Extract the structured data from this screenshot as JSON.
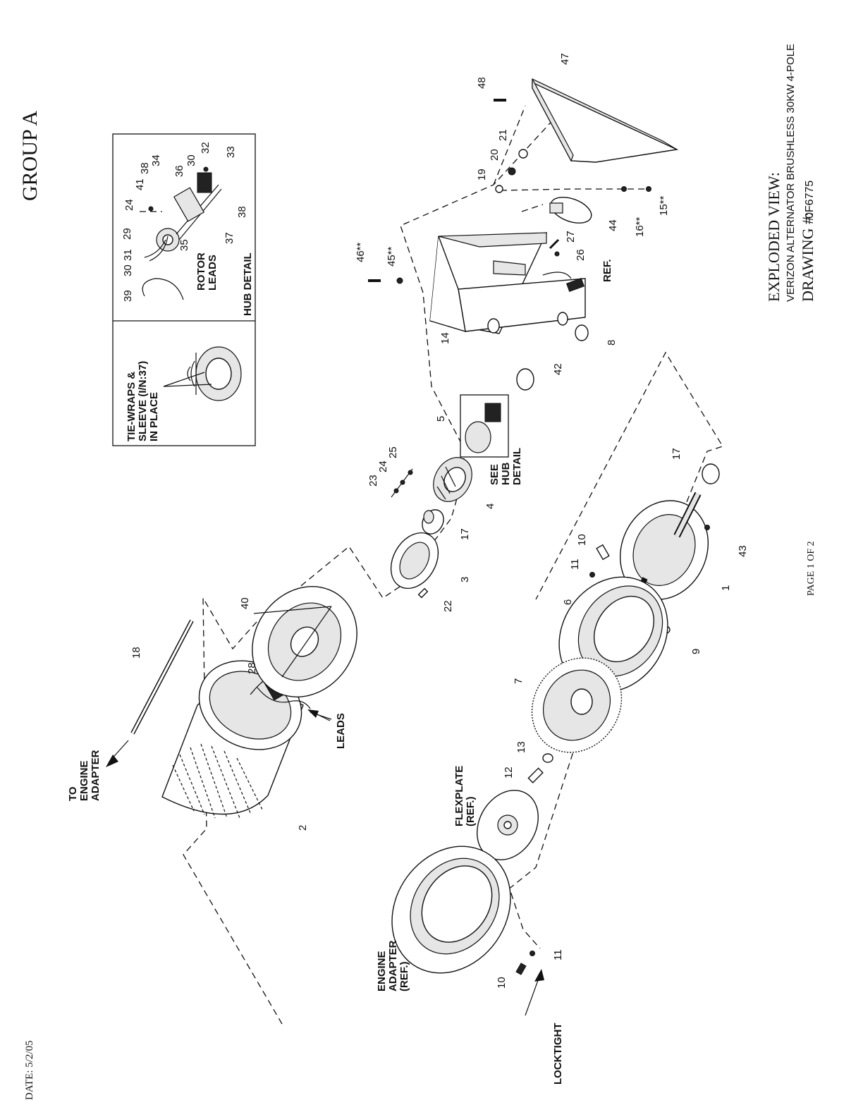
{
  "header": {
    "group": "GROUP A",
    "title_line1": "EXPLODED VIEW:",
    "title_line2": "VERIZON ALTERNATOR BRUSHLESS 30KW 4-POLE",
    "drawing_label": "DRAWING #:",
    "drawing_number": "0F6775"
  },
  "footer": {
    "page": "PAGE 1 OF 2",
    "date": "DATE:  5/2/05"
  },
  "detail_boxes": {
    "tie_wraps": [
      "TIE-WRAPS &",
      "SLEEVE (I/N:37)",
      "IN PLACE"
    ],
    "hub_detail_title": "HUB DETAIL",
    "rotor_leads": [
      "ROTOR",
      "LEADS"
    ]
  },
  "labels": {
    "to_engine_adapter": [
      "TO",
      "ENGINE",
      "ADAPTER"
    ],
    "leads": "LEADS",
    "flexplate": [
      "FLEXPLATE",
      "(REF.)"
    ],
    "engine_adapter": [
      "ENGINE",
      "ADAPTER",
      "(REF.)"
    ],
    "locktight": "LOCKTIGHT",
    "see_hub_detail": [
      "SEE",
      "HUB",
      "DETAIL"
    ],
    "ref": "REF."
  },
  "callouts": {
    "c1": "1",
    "c2": "2",
    "c3": "3",
    "c4": "4",
    "c5": "5",
    "c6": "6",
    "c7": "7",
    "c8": "8",
    "c9": "9",
    "c10a": "10",
    "c10b": "10",
    "c11a": "11",
    "c11b": "11",
    "c12": "12",
    "c13": "13",
    "c14": "14",
    "c15": "15**",
    "c16": "16**",
    "c17a": "17",
    "c17b": "17",
    "c18": "18",
    "c19": "19",
    "c20": "20",
    "c21": "21",
    "c22": "22",
    "c23": "23",
    "c24": "24",
    "c25": "25",
    "c26": "26",
    "c27": "27",
    "c28": "28",
    "c40": "40",
    "c42": "42",
    "c43": "43",
    "c44": "44",
    "c45": "45**",
    "c46": "46**",
    "c47": "47",
    "c48": "48",
    "h24": "24",
    "h41": "41",
    "h38a": "38",
    "h34": "34",
    "h36": "36",
    "h30a": "30",
    "h32": "32",
    "h33": "33",
    "h29": "29",
    "h31": "31",
    "h30b": "30",
    "h35": "35",
    "h37": "37",
    "h38b": "38",
    "h39": "39"
  }
}
